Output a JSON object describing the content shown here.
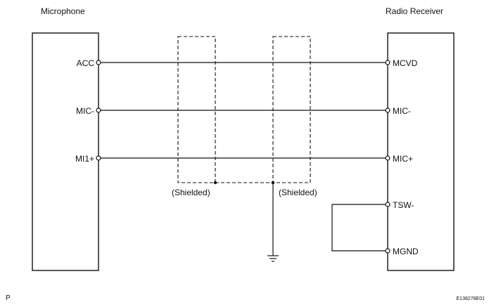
{
  "diagram": {
    "left_component": "Microphone",
    "right_component": "Radio Receiver",
    "left_pins": [
      "ACC",
      "MIC-",
      "MI1+"
    ],
    "right_pins": [
      "MCVD",
      "MIC-",
      "MIC+",
      "TSW-",
      "MGND"
    ],
    "shield_labels": [
      "(Shielded)",
      "(Shielded)"
    ],
    "corner_mark": "P",
    "figure_code": "E138278E01"
  },
  "colors": {
    "line": "#111111",
    "background": "#ffffff"
  }
}
